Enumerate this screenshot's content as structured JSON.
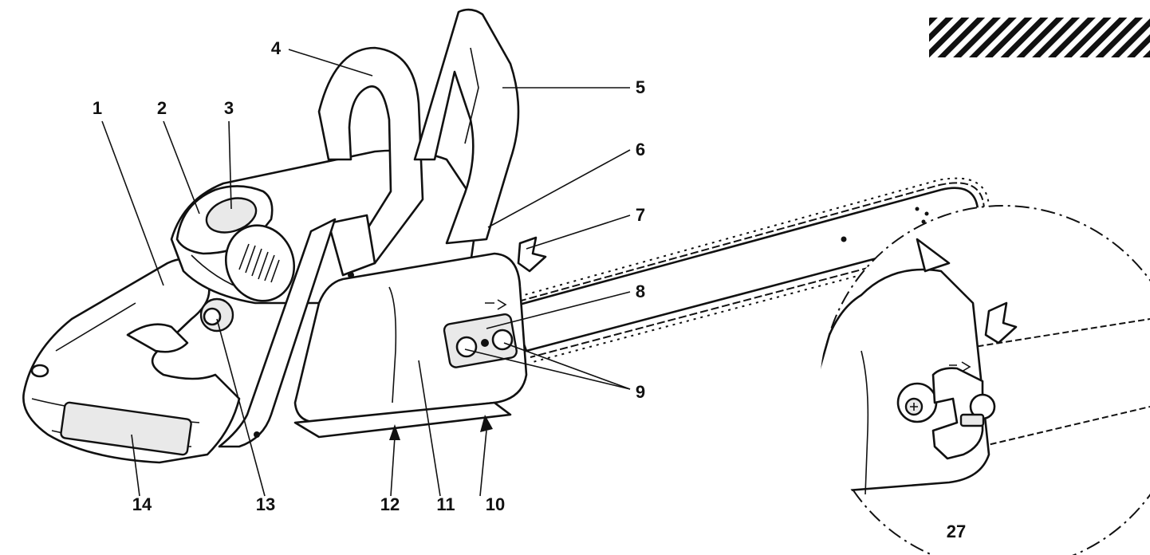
{
  "diagram": {
    "callouts": {
      "c1": "1",
      "c2": "2",
      "c3": "3",
      "c4": "4",
      "c5": "5",
      "c6": "6",
      "c7": "7",
      "c8": "8",
      "c9": "9",
      "c10": "10",
      "c11": "11",
      "c12": "12",
      "c13": "13",
      "c14": "14",
      "c27": "27"
    },
    "colors": {
      "ink": "#111111",
      "paper": "#ffffff",
      "shade": "#e9e9e9"
    }
  }
}
